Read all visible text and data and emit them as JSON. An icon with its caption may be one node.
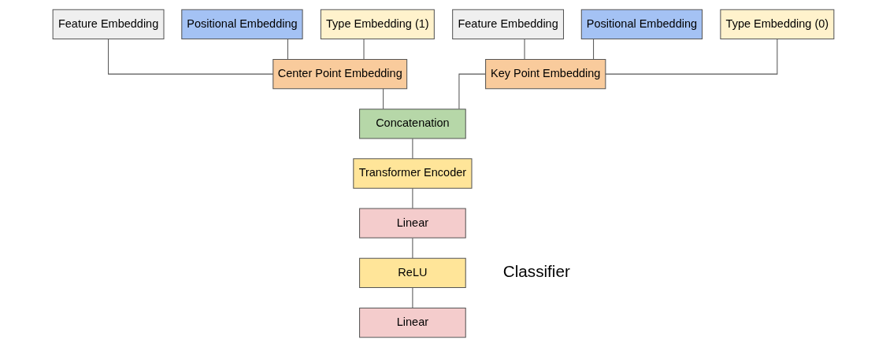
{
  "diagram": {
    "nodes": [
      {
        "text": [
          "Feature Embedding"
        ]
      },
      {
        "text": [
          "Positional Embedding"
        ]
      },
      {
        "text": [
          "Type Embedding (1)"
        ]
      },
      {
        "text": [
          "Feature Embedding"
        ]
      },
      {
        "text": [
          "Positional Embedding"
        ]
      },
      {
        "text": [
          "Type Embedding (0)"
        ]
      },
      {
        "text": [
          "Center Point Embedding"
        ]
      },
      {
        "text": [
          "Key Point Embedding"
        ]
      },
      {
        "text": [
          "Concatenation"
        ]
      },
      {
        "text": [
          "Transformer Encoder"
        ]
      },
      {
        "text": [
          "Linear"
        ]
      },
      {
        "text": [
          "ReLU"
        ]
      },
      {
        "text": [
          "Linear"
        ]
      }
    ],
    "edges": [
      {
        "from": 0,
        "to": 6,
        "arrow": "none"
      },
      {
        "from": 1,
        "to": 6,
        "arrow": "none"
      },
      {
        "from": 2,
        "to": 6,
        "arrow": "none"
      },
      {
        "from": 3,
        "to": 7,
        "arrow": "none"
      },
      {
        "from": 4,
        "to": 7,
        "arrow": "none"
      },
      {
        "from": 5,
        "to": 7,
        "arrow": "none"
      },
      {
        "from": 6,
        "to": 8,
        "arrow": "none"
      },
      {
        "from": 7,
        "to": 8,
        "arrow": "none"
      },
      {
        "from": 8,
        "to": 9,
        "arrow": "none"
      },
      {
        "from": 9,
        "to": 10,
        "arrow": "none"
      },
      {
        "from": 10,
        "to": 11,
        "arrow": "none"
      },
      {
        "from": 11,
        "to": 12,
        "arrow": "none"
      }
    ],
    "labels": [
      "Classifier"
    ]
  }
}
